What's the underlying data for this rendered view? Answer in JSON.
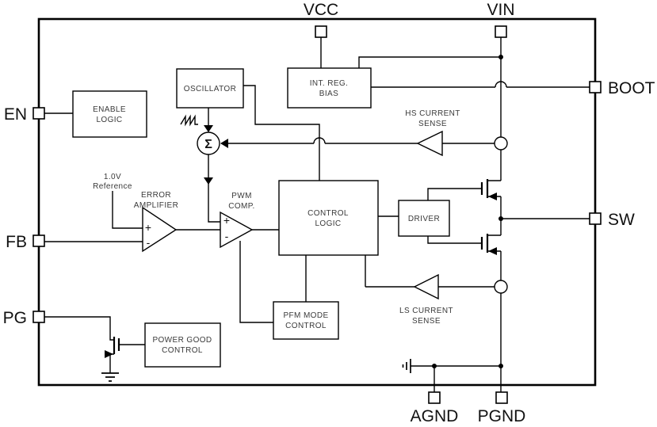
{
  "pins": {
    "vcc": "VCC",
    "vin": "VIN",
    "boot": "BOOT",
    "sw": "SW",
    "en": "EN",
    "fb": "FB",
    "pg": "PG",
    "agnd": "AGND",
    "pgnd": "PGND"
  },
  "blocks": {
    "enable_logic": {
      "line1": "ENABLE",
      "line2": "LOGIC"
    },
    "oscillator": {
      "line1": "OSCILLATOR"
    },
    "int_reg_bias": {
      "line1": "INT. REG.",
      "line2": "BIAS"
    },
    "control_logic": {
      "line1": "CONTROL",
      "line2": "LOGIC"
    },
    "driver": {
      "line1": "DRIVER"
    },
    "pfm_mode_control": {
      "line1": "PFM MODE",
      "line2": "CONTROL"
    },
    "power_good_control": {
      "line1": "POWER GOOD",
      "line2": "CONTROL"
    }
  },
  "labels": {
    "reference": {
      "line1": "1.0V",
      "line2": "Reference"
    },
    "error_amplifier": {
      "line1": "ERROR",
      "line2": "AMPLIFIER"
    },
    "pwm_comparator": {
      "line1": "PWM",
      "line2": "COMP."
    },
    "hs_current_sense": {
      "line1": "HS CURRENT",
      "line2": "SENSE"
    },
    "ls_current_sense": {
      "line1": "LS CURRENT",
      "line2": "SENSE"
    },
    "summing_junction": "Σ",
    "plus": "+",
    "minus": "-"
  },
  "colors": {
    "wire": "#000000",
    "block_text": "#3a3a3a",
    "pin_text": "#111111",
    "background": "#ffffff"
  }
}
